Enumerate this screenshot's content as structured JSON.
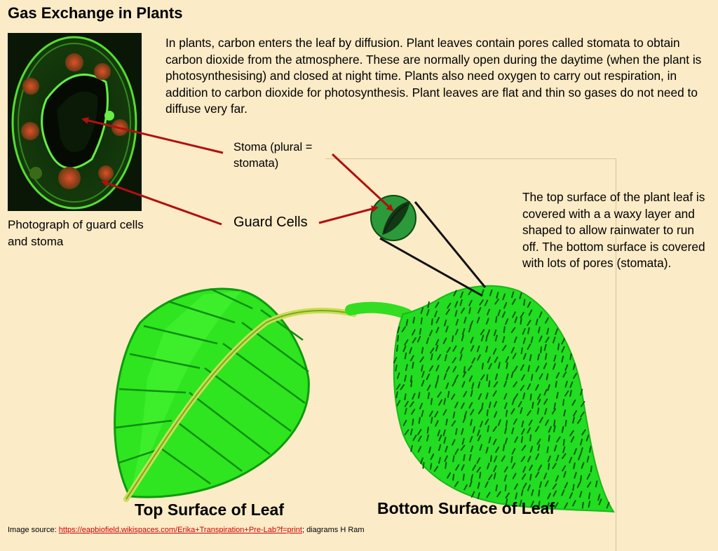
{
  "title": "Gas Exchange in Plants",
  "intro": "In plants, carbon enters the leaf by diffusion.  Plant leaves contain pores called stomata to obtain carbon dioxide from the atmosphere.  These are normally open during the daytime (when the plant is photosynthesising) and closed at night time.   Plants also need oxygen to carry out respiration, in addition to carbon dioxide for photosynthesis.  Plant leaves are flat and thin so gases do not need to diffuse very far.",
  "photo": {
    "caption": "Photograph of guard cells and stoma"
  },
  "labels": {
    "stoma": "Stoma (plural = stomata)",
    "guard_cells": "Guard Cells"
  },
  "surface_text": "The top surface of the plant leaf is covered with a a waxy layer and shaped to allow rainwater to run off.  The bottom surface is covered with lots of pores (stomata).",
  "captions": {
    "top": "Top Surface of Leaf",
    "bottom": "Bottom Surface of Leaf"
  },
  "source": {
    "prefix": "Image source:  ",
    "link": "https://eapbiofield.wikispaces.com/Erika+Transpiration+Pre-Lab?f=print",
    "suffix": "; diagrams H Ram"
  },
  "colors": {
    "background": "#fbebc7",
    "leaf_top_light": "#33ee22",
    "leaf_top_dark": "#11bb11",
    "leaf_bottom": "#22dd22",
    "vein": "#c8dd55",
    "arrow": "#b01010",
    "stoma_dot": "#0a5a0a"
  },
  "icons": {
    "photo": "guard-cell-micrograph",
    "top_leaf": "leaf-top-surface-illustration",
    "bottom_leaf": "leaf-bottom-surface-illustration",
    "magnifier": "stoma-magnifier-illustration"
  }
}
